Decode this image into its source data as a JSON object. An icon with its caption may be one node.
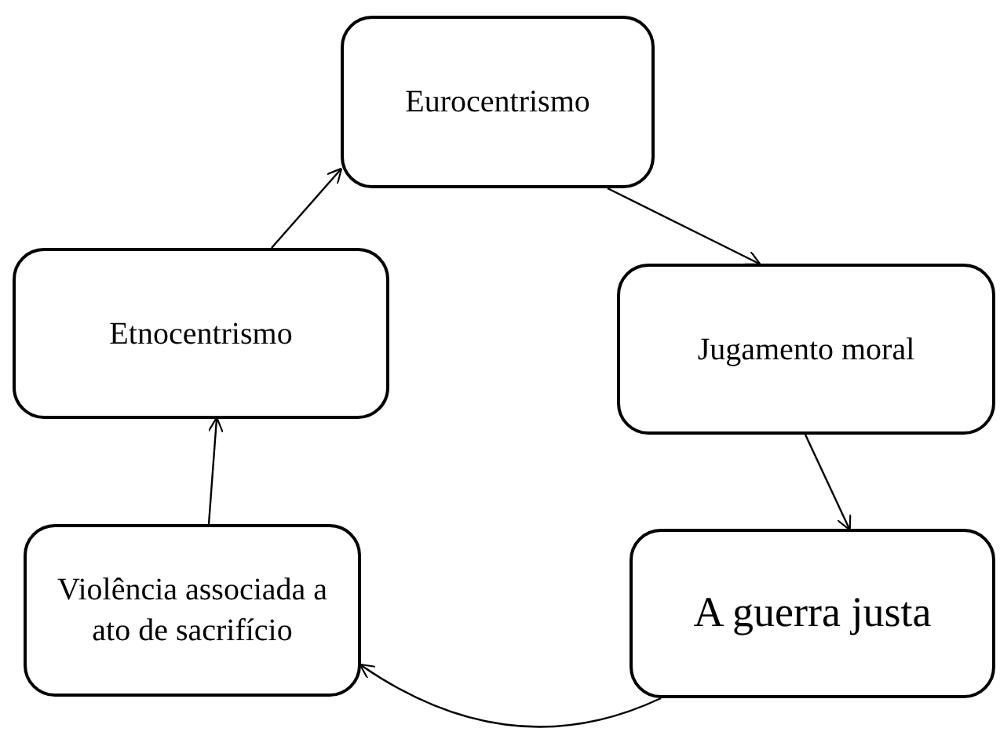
{
  "diagram": {
    "nodes": [
      {
        "text": [
          "Eurocentrismo"
        ]
      },
      {
        "text": [
          "Jugamento moral"
        ]
      },
      {
        "text": [
          "A guerra justa"
        ]
      },
      {
        "text": [
          "Violência associada a ato de sacrifício"
        ]
      },
      {
        "text": [
          "Etnocentrismo"
        ]
      }
    ],
    "edges": [
      {
        "from": 0,
        "to": 1,
        "arrow": "to"
      },
      {
        "from": 1,
        "to": 2,
        "arrow": "to"
      },
      {
        "from": 2,
        "to": 3,
        "arrow": "to"
      },
      {
        "from": 3,
        "to": 4,
        "arrow": "to"
      },
      {
        "from": 4,
        "to": 0,
        "arrow": "to"
      }
    ]
  }
}
